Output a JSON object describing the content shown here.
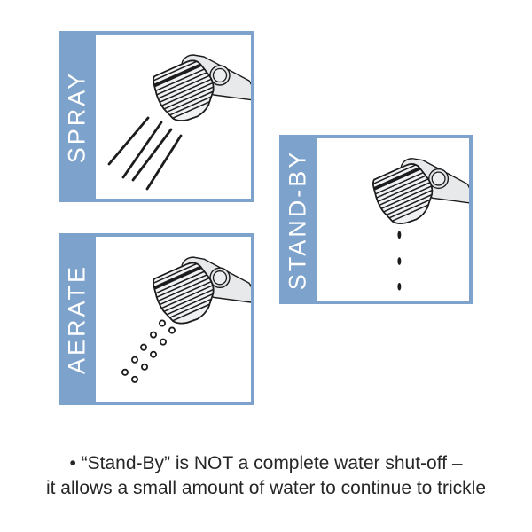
{
  "panels": [
    {
      "id": "spray",
      "label": "SPRAY",
      "icon": "spray-lines-icon"
    },
    {
      "id": "aerate",
      "label": "AERATE",
      "icon": "aerate-bubbles-icon"
    },
    {
      "id": "standby",
      "label": "STAND-BY",
      "icon": "trickle-drops-icon"
    }
  ],
  "caption": {
    "lines": [
      "• “Stand-By” is NOT a complete water shut-off –",
      "it allows a small amount of water to continue to trickle"
    ]
  },
  "colors": {
    "panel_blue": "#7da3cd",
    "label_white": "#ffffff",
    "line_dark": "#1c1c1c",
    "arm_gray": "#e8e9eb",
    "text_dark": "#262626"
  }
}
